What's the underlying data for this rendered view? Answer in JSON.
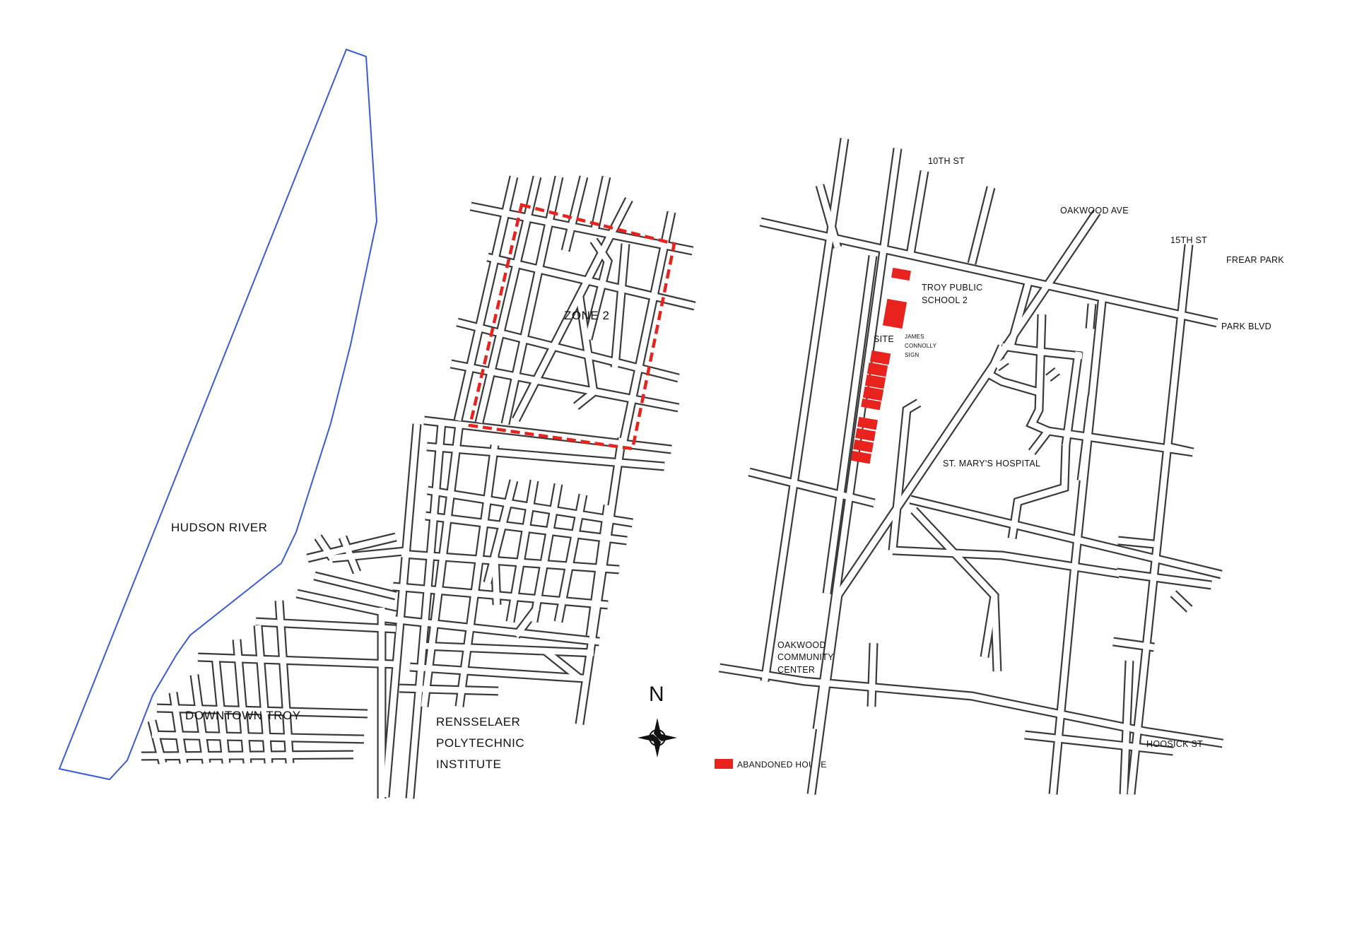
{
  "overview_map": {
    "labels": {
      "river": "HUDSON RIVER",
      "zone": "ZONE 2",
      "downtown": "DOWNTOWN TROY",
      "rpi_line1": "RENSSELAER",
      "rpi_line2": "POLYTECHNIC",
      "rpi_line3": "INSTITUTE"
    },
    "river_color": "#3a5bd9",
    "zone_outline_color": "#e8231e"
  },
  "north_arrow": {
    "letter": "N",
    "icon": "compass-rose-icon"
  },
  "legend": {
    "swatch_color": "#e8231e",
    "label": "ABANDONED HOUSE"
  },
  "detail_map": {
    "street_labels": {
      "tenth": "10TH ST",
      "oakwood": "OAKWOOD AVE",
      "fifteenth": "15TH ST",
      "frear": "FREAR PARK",
      "park_blvd": "PARK BLVD",
      "hoosick": "HOOSICK ST"
    },
    "place_labels": {
      "school_line1": "TROY PUBLIC",
      "school_line2": "SCHOOL 2",
      "site": "SITE",
      "sign_line1": "JAMES",
      "sign_line2": "CONNOLLY",
      "sign_line3": "SIGN",
      "hospital": "ST. MARY'S HOSPITAL",
      "center_line1": "OAKWOOD",
      "center_line2": "COMMUNITY",
      "center_line3": "CENTER"
    },
    "abandoned_house_color": "#e8231e"
  }
}
